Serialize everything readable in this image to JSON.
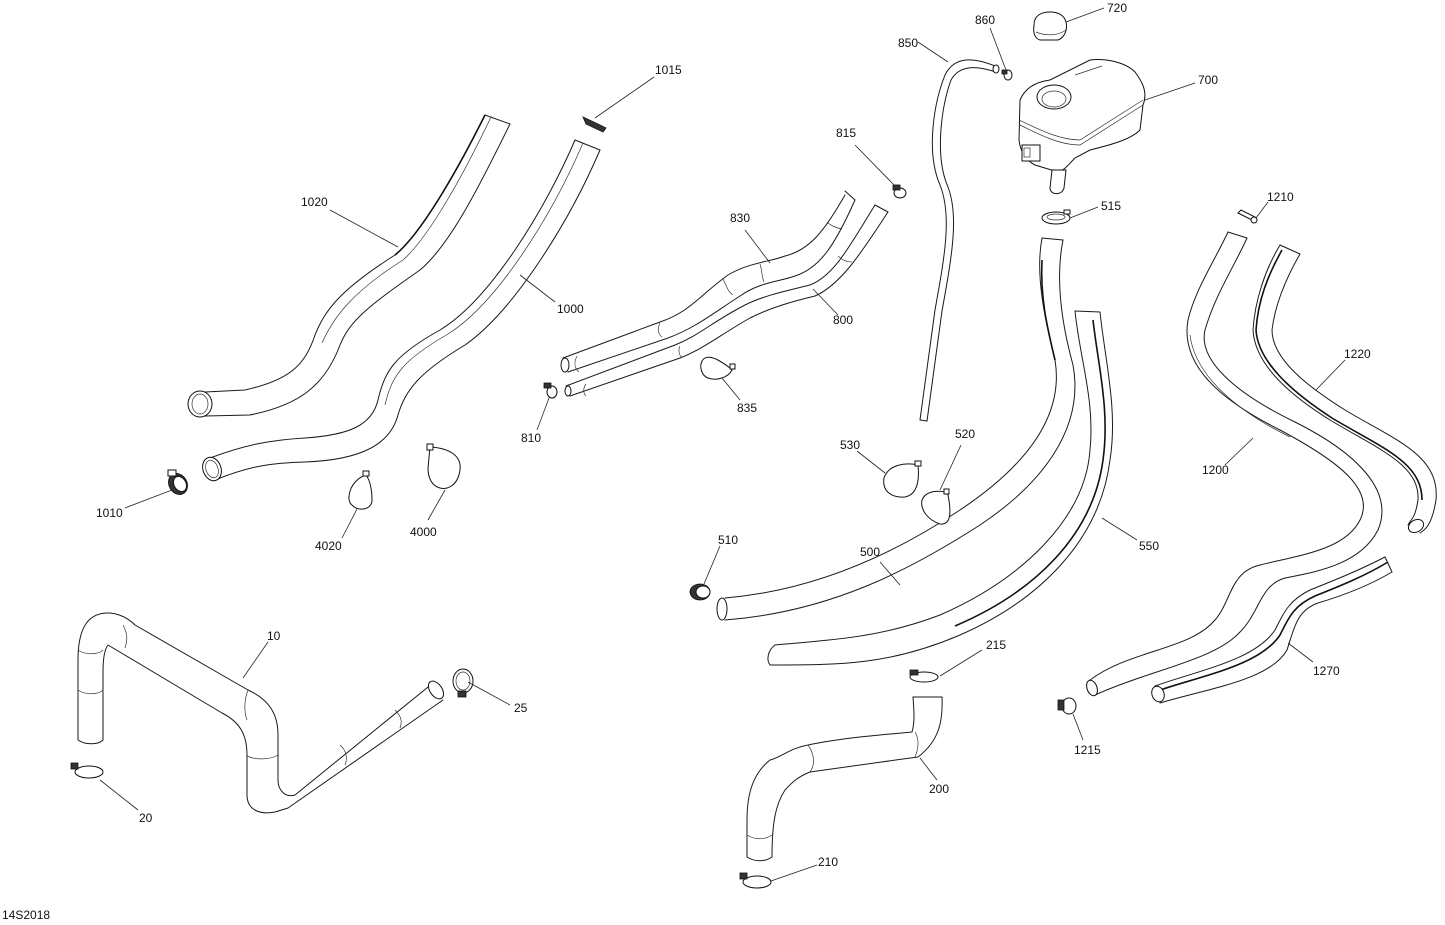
{
  "diagram": {
    "title": "Cooling system hoses exploded view",
    "drawing_code": "14S2018",
    "callouts": {
      "p10": "10",
      "p20": "20",
      "p25": "25",
      "p200": "200",
      "p210": "210",
      "p215": "215",
      "p500": "500",
      "p510": "510",
      "p515": "515",
      "p520": "520",
      "p530": "530",
      "p550": "550",
      "p700": "700",
      "p720": "720",
      "p800": "800",
      "p810": "810",
      "p815": "815",
      "p830": "830",
      "p835": "835",
      "p850": "850",
      "p860": "860",
      "p1000": "1000",
      "p1010": "1010",
      "p1015": "1015",
      "p1020": "1020",
      "p1200": "1200",
      "p1210": "1210",
      "p1215": "1215",
      "p1220": "1220",
      "p1270": "1270",
      "p4000": "4000",
      "p4020": "4020"
    },
    "parts": [
      {
        "ref": "10",
        "type": "hose"
      },
      {
        "ref": "20",
        "type": "clamp"
      },
      {
        "ref": "25",
        "type": "clamp"
      },
      {
        "ref": "200",
        "type": "hose"
      },
      {
        "ref": "210",
        "type": "clamp"
      },
      {
        "ref": "215",
        "type": "clamp"
      },
      {
        "ref": "500",
        "type": "hose"
      },
      {
        "ref": "510",
        "type": "clamp"
      },
      {
        "ref": "515",
        "type": "clamp"
      },
      {
        "ref": "520",
        "type": "clamp"
      },
      {
        "ref": "530",
        "type": "clamp"
      },
      {
        "ref": "550",
        "type": "hose"
      },
      {
        "ref": "700",
        "type": "coolant reservoir"
      },
      {
        "ref": "720",
        "type": "cap"
      },
      {
        "ref": "800",
        "type": "hose"
      },
      {
        "ref": "810",
        "type": "clamp"
      },
      {
        "ref": "815",
        "type": "clamp"
      },
      {
        "ref": "830",
        "type": "hose"
      },
      {
        "ref": "835",
        "type": "clamp"
      },
      {
        "ref": "850",
        "type": "hose"
      },
      {
        "ref": "860",
        "type": "clamp"
      },
      {
        "ref": "1000",
        "type": "hose"
      },
      {
        "ref": "1010",
        "type": "clamp"
      },
      {
        "ref": "1015",
        "type": "fitting"
      },
      {
        "ref": "1020",
        "type": "hose"
      },
      {
        "ref": "1200",
        "type": "hose"
      },
      {
        "ref": "1210",
        "type": "fitting"
      },
      {
        "ref": "1215",
        "type": "clamp"
      },
      {
        "ref": "1220",
        "type": "hose"
      },
      {
        "ref": "1270",
        "type": "hose"
      },
      {
        "ref": "4000",
        "type": "clamp"
      },
      {
        "ref": "4020",
        "type": "clamp"
      }
    ]
  }
}
